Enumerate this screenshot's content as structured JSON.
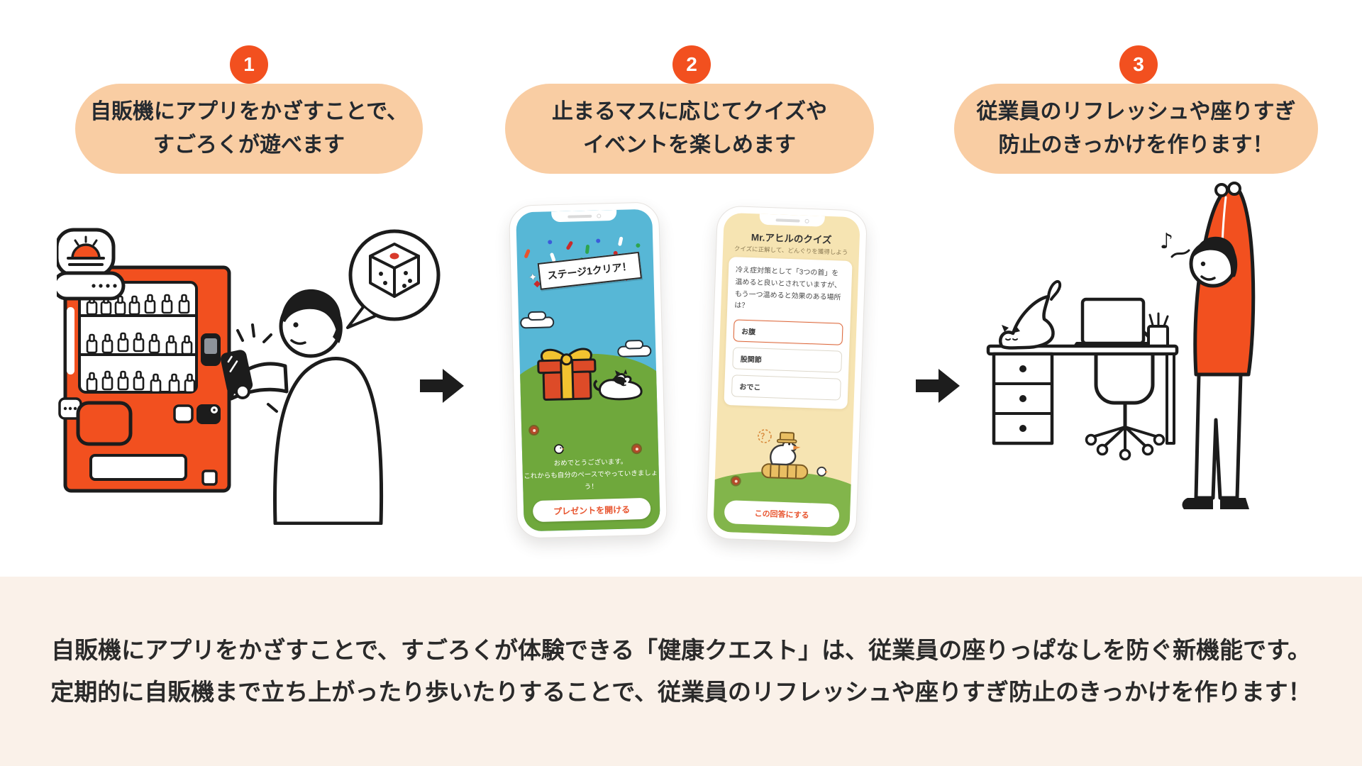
{
  "steps": [
    {
      "number": "1",
      "line1": "自販機にアプリをかざすことで、",
      "line2": "すごろくが遊べます"
    },
    {
      "number": "2",
      "line1": "止まるマスに応じてクイズや",
      "line2": "イベントを楽しめます"
    },
    {
      "number": "3",
      "line1": "従業員のリフレッシュや座りすぎ",
      "line2": "防止のきっかけを作ります！"
    }
  ],
  "phone_clear": {
    "banner": "ステージ1クリア！",
    "message_line1": "おめでとうございます。",
    "message_line2": "これからも自分のペースでやっていきましょう！",
    "button": "プレゼントを開ける"
  },
  "phone_quiz": {
    "title": "Mr.アヒルのクイズ",
    "subtitle": "クイズに正解して、どんぐりを獲得しよう",
    "question": "冷え症対策として「3つの首」を温めると良いとされていますが、もう一つ温めると効果のある場所は？",
    "options": [
      {
        "label": "お腹",
        "selected": true
      },
      {
        "label": "股関節",
        "selected": false
      },
      {
        "label": "おでこ",
        "selected": false
      }
    ],
    "duck_thought": "？",
    "button": "この回答にする"
  },
  "desk_scene": {
    "music_note": "♪"
  },
  "footer": {
    "line1": "自販機にアプリをかざすことで、すごろくが体験できる「健康クエスト」は、従業員の座りっぱなしを防ぐ新機能です。",
    "line2": "定期的に自販機まで立ち上がったり歩いたりすることで、従業員のリフレッシュや座りすぎ防止のきっかけを作ります！"
  },
  "colors": {
    "accent": "#F2501F",
    "badge_bg": "#F2501F",
    "pill_bg": "#F9CDA3",
    "footer_bg": "#FAF1E9",
    "sky_blue": "#57B7D6",
    "grass_green": "#6FA83C",
    "quiz_bg": "#F6E4B2",
    "quiz_hill_green": "#82B54B",
    "button_orange": "#E8542E",
    "selected_border": "#DD6B3F",
    "text_dark": "#24292F",
    "gift_red": "#DD4B28",
    "ribbon_yellow": "#F2C230",
    "dice_red": "#D83A2B"
  }
}
